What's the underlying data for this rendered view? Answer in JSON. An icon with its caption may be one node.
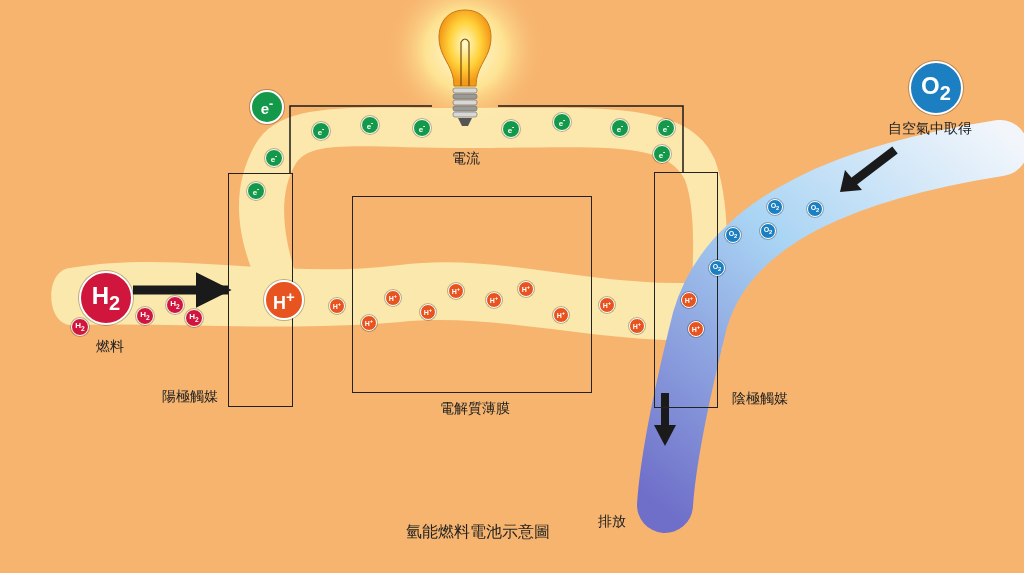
{
  "diagram": {
    "caption": "氫能燃料電池示意圖",
    "nodes": [
      {
        "text": [],
        "shape": "picture"
      },
      {
        "text": [
          "e$^{-}$"
        ]
      },
      {
        "text": [
          "e$^{-}$"
        ],
        "in": 13
      },
      {
        "text": [
          "e$^{-}$"
        ]
      },
      {
        "text": [
          "e$^{-}$"
        ]
      },
      {
        "text": [
          "e$^{-}$"
        ]
      },
      {
        "text": [
          "e$^{-}$"
        ]
      },
      {
        "text": [
          "e$^{-}$"
        ]
      },
      {
        "text": [
          "e$^{-}$"
        ]
      },
      {
        "text": [
          "e$^{-}$"
        ]
      },
      {
        "text": [
          "e$^{-}$"
        ]
      },
      {
        "text": [
          "e$^{-}$"
        ]
      },
      {
        "text": [
          "O$_{2}$"
        ],
        "beside": [
          "自空氣中取得"
        ]
      },
      {
        "text": [],
        "shape": "box",
        "beside": [
          "陽極觸媒"
        ]
      },
      {
        "text": [],
        "shape": "box",
        "beside": [
          "電解質薄膜"
        ]
      },
      {
        "text": [],
        "shape": "box",
        "beside": [
          "陰極觸媒"
        ]
      },
      {
        "text": [
          "H$_{2}$"
        ],
        "beside": [
          "燃料"
        ]
      },
      {
        "text": [
          "H$_{2}$"
        ]
      },
      {
        "text": [
          "H$_{2}$"
        ]
      },
      {
        "text": [
          "H$_{2}$"
        ]
      },
      {
        "text": [
          "H$_{2}$"
        ]
      },
      {
        "text": [
          "H$^{+}$"
        ]
      },
      {
        "text": [
          "H$^{+}$"
        ]
      },
      {
        "text": [
          "H$^{+}$"
        ],
        "in": 14
      },
      {
        "text": [
          "H$^{+}$"
        ],
        "in": 14
      },
      {
        "text": [
          "H$^{+}$"
        ],
        "in": 14
      },
      {
        "text": [
          "H$^{+}$"
        ],
        "in": 14
      },
      {
        "text": [
          "H$^{+}$"
        ],
        "in": 14
      },
      {
        "text": [
          "H$^{+}$"
        ],
        "in": 14
      },
      {
        "text": [
          "H$^{+}$"
        ],
        "in": 14
      },
      {
        "text": [
          "H$^{+}$"
        ]
      },
      {
        "text": [
          "H$^{+}$"
        ]
      },
      {
        "text": [
          "H$^{+}$"
        ],
        "in": 15
      },
      {
        "text": [
          "H$^{+}$"
        ],
        "in": 15
      },
      {
        "text": [
          "O$_{2}$"
        ]
      },
      {
        "text": [
          "O$_{2}$"
        ]
      },
      {
        "text": [
          "O$_{2}$"
        ]
      },
      {
        "text": [
          "O$_{2}$"
        ]
      },
      {
        "text": [
          "O$_{2}$"
        ]
      }
    ],
    "edges": [
      {
        "from": 16,
        "to": 13,
        "arrow": "to",
        "style": "thick"
      },
      {
        "from": 13,
        "to": 0,
        "arrow": "none"
      },
      {
        "from": 0,
        "to": 15,
        "arrow": "none"
      }
    ],
    "labels": [
      "電流",
      "排放"
    ]
  }
}
